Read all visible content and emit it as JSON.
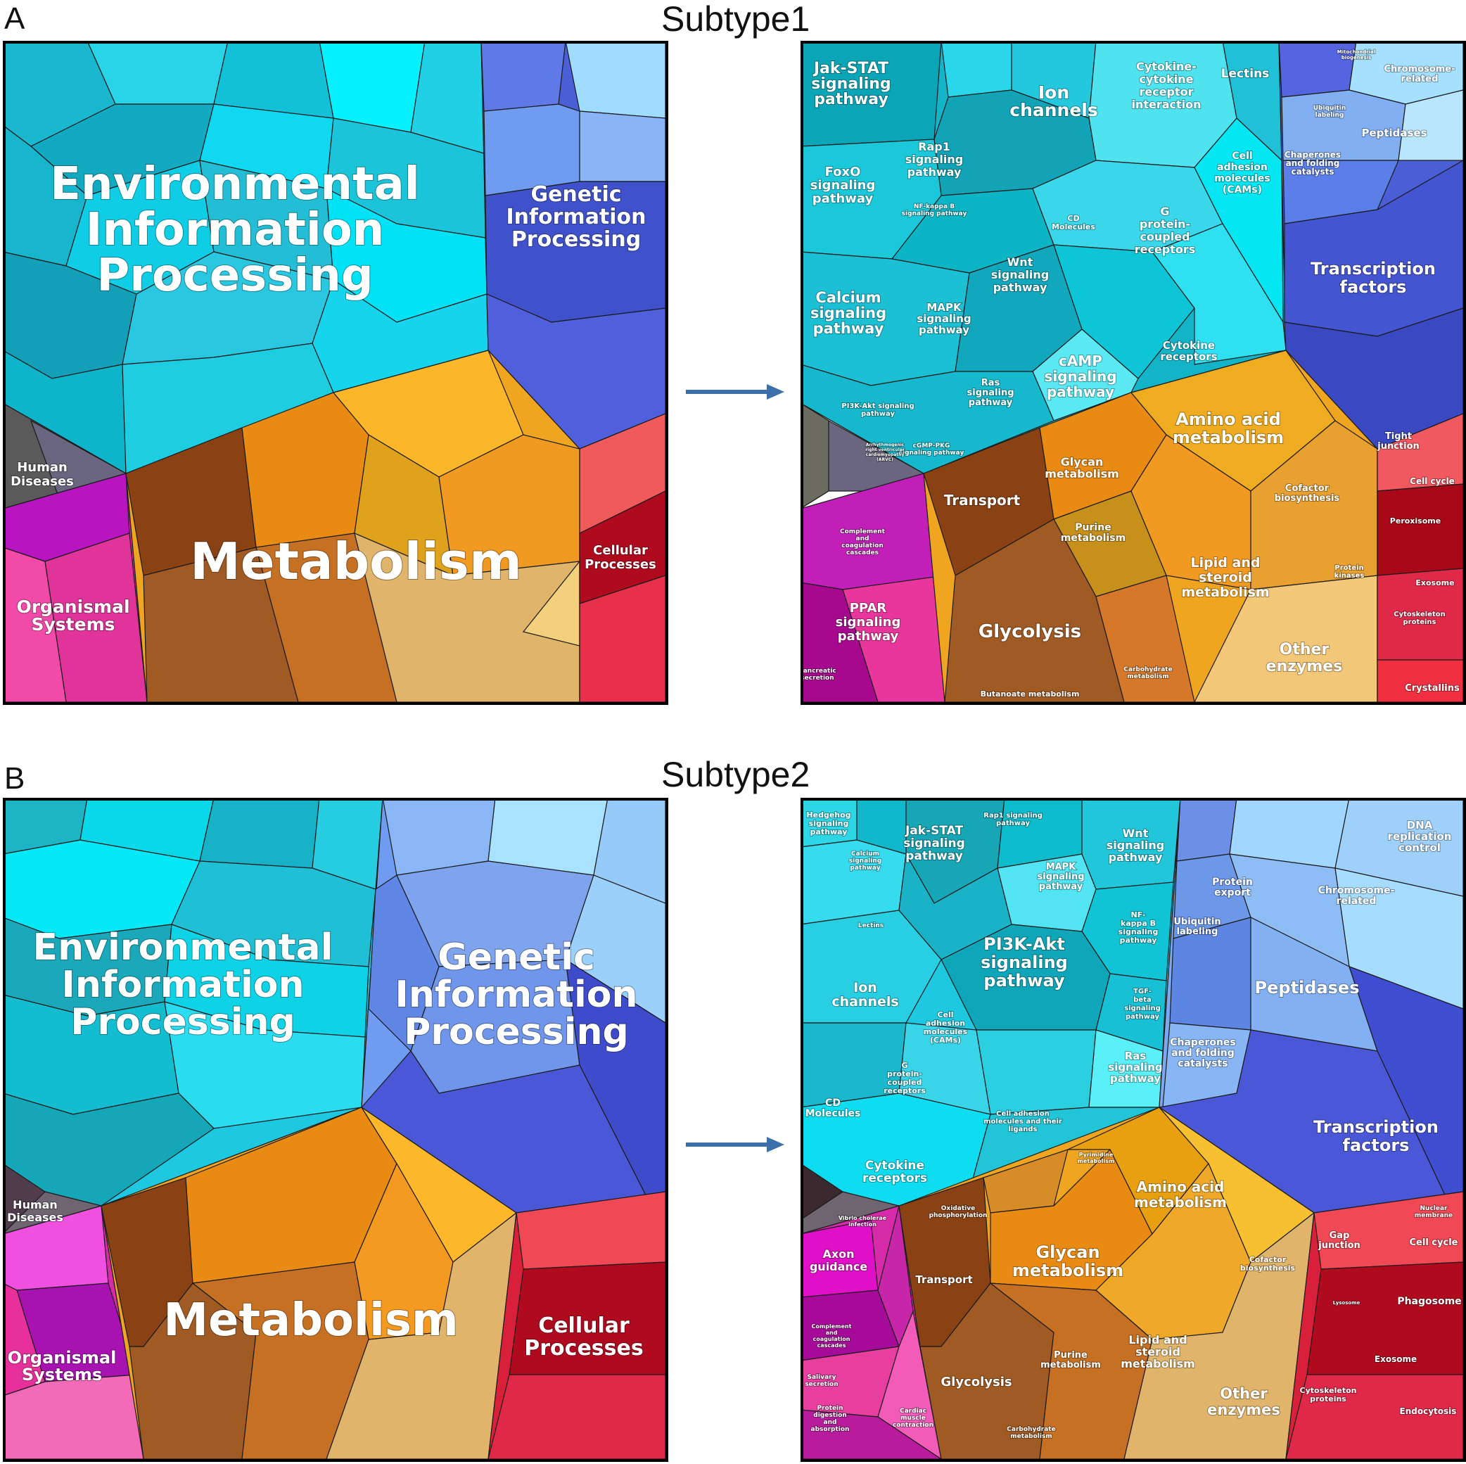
{
  "panels": [
    {
      "letter": "A",
      "subtitle": "Subtype1"
    },
    {
      "letter": "B",
      "subtitle": "Subtype2"
    }
  ],
  "arrow_icon": "right-arrow-icon",
  "colors": {
    "environmental": "#1ec8e0",
    "genetic": "#4a5fd6",
    "metabolism": "#f0a520",
    "cellular": "#d8203a",
    "organismal": "#d72aa8",
    "human": "#5a5a5a",
    "transport": "#8a4214"
  },
  "a_left": {
    "environmental": [
      "Environmental",
      "Information",
      "Processing"
    ],
    "genetic": [
      "Genetic",
      "Information",
      "Processing"
    ],
    "human": [
      "Human",
      "Diseases"
    ],
    "organismal": [
      "Organismal",
      "Systems"
    ],
    "metabolism": "Metabolism",
    "cellular": [
      "Cellular",
      "Processes"
    ]
  },
  "a_right": {
    "jak": [
      "Jak-STAT",
      "signaling",
      "pathway"
    ],
    "ion": [
      "Ion",
      "channels"
    ],
    "cyto_rec_int": [
      "Cytokine-",
      "cytokine",
      "receptor",
      "interaction"
    ],
    "lectins": "Lectins",
    "chromosome": [
      "Chromosome-",
      "related"
    ],
    "peptidases": "Peptidases",
    "chaperones": [
      "Chaperones",
      "and folding",
      "catalysts"
    ],
    "ubiquitin": [
      "Ubiquitin",
      "labeling"
    ],
    "mito": [
      "Mitochondrial",
      "biogenesis"
    ],
    "rap1": [
      "Rap1",
      "signaling",
      "pathway"
    ],
    "foxo": [
      "FoxO",
      "signaling",
      "pathway"
    ],
    "nfkb": [
      "NF-kappa B",
      "signaling pathway"
    ],
    "cell_adh": [
      "Cell",
      "adhesion",
      "molecules",
      "(CAMs)"
    ],
    "cd": [
      "CD",
      "Molecules"
    ],
    "gpcr": [
      "G",
      "protein-",
      "coupled",
      "receptors"
    ],
    "wnt": [
      "Wnt",
      "signaling",
      "pathway"
    ],
    "calcium": [
      "Calcium",
      "signaling",
      "pathway"
    ],
    "mapk": [
      "MAPK",
      "signaling",
      "pathway"
    ],
    "transcription": [
      "Transcription",
      "factors"
    ],
    "camp": [
      "cAMP",
      "signaling",
      "pathway"
    ],
    "cyto_rec": [
      "Cytokine",
      "receptors"
    ],
    "ras": [
      "Ras",
      "signaling",
      "pathway"
    ],
    "pi3k": [
      "PI3K-Akt signaling",
      "pathway"
    ],
    "cgmp": [
      "cGMP-PKG",
      "signaling pathway"
    ],
    "amino": [
      "Amino acid",
      "metabolism"
    ],
    "glycan": [
      "Glycan",
      "metabolism"
    ],
    "tight": [
      "Tight",
      "junction"
    ],
    "cellcycle": "Cell cycle",
    "transport": "Transport",
    "cofactor": [
      "Cofactor",
      "biosynthesis"
    ],
    "purine": [
      "Purine",
      "metabolism"
    ],
    "peroxisome": "Peroxisome",
    "complement": [
      "Complement",
      "and",
      "coagulation",
      "cascades"
    ],
    "lipid": [
      "Lipid and",
      "steroid",
      "metabolism"
    ],
    "protein_kinases": [
      "Protein",
      "kinases"
    ],
    "exosome": "Exosome",
    "ppar": [
      "PPAR",
      "signaling",
      "pathway"
    ],
    "glycolysis": "Glycolysis",
    "other_enz": [
      "Other",
      "enzymes"
    ],
    "cytoskeleton": [
      "Cytoskeleton",
      "proteins"
    ],
    "carbohydrate": [
      "Carbohydrate",
      "metabolism"
    ],
    "pancreatic": [
      "Pancreatic",
      "secretion"
    ],
    "butanoate": "Butanoate metabolism",
    "crystallins": "Crystallins",
    "arvc": [
      "Arrhythmogenic",
      "right ventricular",
      "cardiomyopathy",
      "(ARVC)"
    ]
  },
  "b_left": {
    "environmental": [
      "Environmental",
      "Information",
      "Processing"
    ],
    "genetic": [
      "Genetic",
      "Information",
      "Processing"
    ],
    "human": [
      "Human",
      "Diseases"
    ],
    "organismal": [
      "Organismal",
      "Systems"
    ],
    "metabolism": "Metabolism",
    "cellular": [
      "Cellular",
      "Processes"
    ]
  },
  "b_right": {
    "hedgehog": [
      "Hedgehog",
      "signaling",
      "pathway"
    ],
    "jak": [
      "Jak-STAT",
      "signaling",
      "pathway"
    ],
    "rap1": [
      "Rap1 signaling",
      "pathway"
    ],
    "wnt": [
      "Wnt",
      "signaling",
      "pathway"
    ],
    "dna_rep": [
      "DNA",
      "replication",
      "control"
    ],
    "calcium": [
      "Calcium",
      "signaling",
      "pathway"
    ],
    "mapk": [
      "MAPK",
      "signaling",
      "pathway"
    ],
    "protein_export": [
      "Protein",
      "export"
    ],
    "chromosome": [
      "Chromosome-",
      "related"
    ],
    "lectins": "Lectins",
    "ubiquitin": [
      "Ubiquitin",
      "labeling"
    ],
    "nfkb": [
      "NF-",
      "kappa B",
      "signaling",
      "pathway"
    ],
    "pi3k": [
      "PI3K-Akt",
      "signaling",
      "pathway"
    ],
    "peptidases": "Peptidases",
    "ion": [
      "Ion",
      "channels"
    ],
    "cell_adh": [
      "Cell",
      "adhesion",
      "molecules",
      "(CAMs)"
    ],
    "tgf": [
      "TGF-",
      "beta",
      "signaling",
      "pathway"
    ],
    "chaperones": [
      "Chaperones",
      "and folding",
      "catalysts"
    ],
    "gpcr": [
      "G",
      "protein-",
      "coupled",
      "receptors"
    ],
    "ras": [
      "Ras",
      "signaling",
      "pathway"
    ],
    "cd": [
      "CD",
      "Molecules"
    ],
    "cell_adh_lig": [
      "Cell adhesion",
      "molecules and their",
      "ligands"
    ],
    "transcription": [
      "Transcription",
      "factors"
    ],
    "cyto_rec": [
      "Cytokine",
      "receptors"
    ],
    "amino": [
      "Amino acid",
      "metabolism"
    ],
    "oxphos": [
      "Oxidative",
      "phosphorylation"
    ],
    "gap": [
      "Gap",
      "junction"
    ],
    "cellcycle": "Cell cycle",
    "axon": [
      "Axon",
      "guidance"
    ],
    "glycan": [
      "Glycan",
      "metabolism"
    ],
    "cofactor": [
      "Cofactor",
      "biosynthesis"
    ],
    "transport": "Transport",
    "phagosome": "Phagosome",
    "complement": [
      "Complement",
      "and",
      "coagulation",
      "cascades"
    ],
    "lipid": [
      "Lipid and",
      "steroid",
      "metabolism"
    ],
    "purine": [
      "Purine",
      "metabolism"
    ],
    "exosome": "Exosome",
    "glycolysis": "Glycolysis",
    "salivary": [
      "Salivary",
      "secretion"
    ],
    "other_enz": [
      "Other",
      "enzymes"
    ],
    "cytoskeleton": [
      "Cytoskeleton",
      "proteins"
    ],
    "endocytosis": "Endocytosis",
    "protein_digest": [
      "Protein",
      "digestion",
      "and",
      "absorption"
    ],
    "cardiac": [
      "Cardiac",
      "muscle",
      "contraction"
    ],
    "carbohydrate": [
      "Carbohydrate",
      "metabolism"
    ],
    "vibrio": [
      "Vibrio cholerae",
      "infection"
    ],
    "nuclear": [
      "Nuclear",
      "membrane"
    ],
    "lysosome": "Lysosome",
    "pyrimidine": [
      "Pyrimidine",
      "metabolism"
    ]
  }
}
